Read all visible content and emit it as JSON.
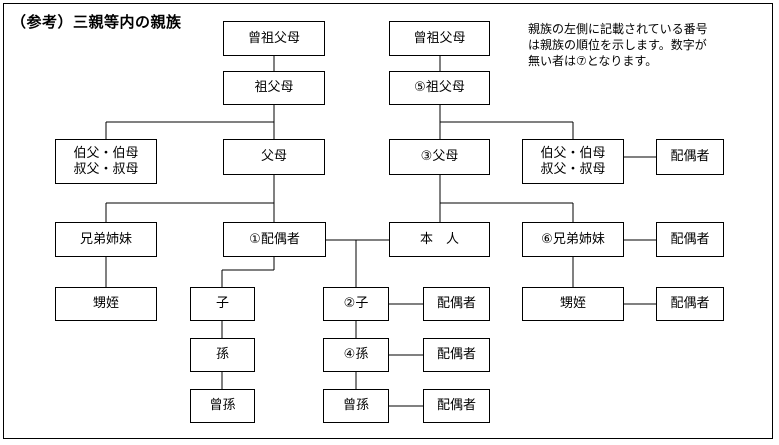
{
  "title": "（参考）三親等内の親族",
  "note": {
    "line1": "親族の左側に記載されている番号",
    "line2": "は親族の順位を示します。数字が",
    "line3": "無い者は⑦となります。"
  },
  "nodes": {
    "spouse_great_grandparents": "曾祖父母",
    "spouse_grandparents": "祖父母",
    "spouse_uncle_aunt_line1": "伯父・伯母",
    "spouse_uncle_aunt_line2": "叔父・叔母",
    "spouse_parents": "父母",
    "spouse_siblings": "兄弟姉妹",
    "spouse": "①配偶者",
    "spouse_nephew_niece": "甥姪",
    "child_from_spouse": "子",
    "grandchild_from_spouse": "孫",
    "great_grandchild_from_spouse": "曾孫",
    "great_grandparents": "曾祖父母",
    "grandparents": "⑤祖父母",
    "parents": "③父母",
    "uncle_aunt_line1": "伯父・伯母",
    "uncle_aunt_line2": "叔父・叔母",
    "uncle_aunt_spouse": "配偶者",
    "self": "本　人",
    "siblings": "⑥兄弟姉妹",
    "siblings_spouse": "配偶者",
    "nephew_niece": "甥姪",
    "nephew_niece_spouse": "配偶者",
    "child": "②子",
    "child_spouse": "配偶者",
    "grandchild": "④孫",
    "grandchild_spouse": "配偶者",
    "great_grandchild": "曾孫",
    "great_grandchild_spouse": "配偶者"
  }
}
